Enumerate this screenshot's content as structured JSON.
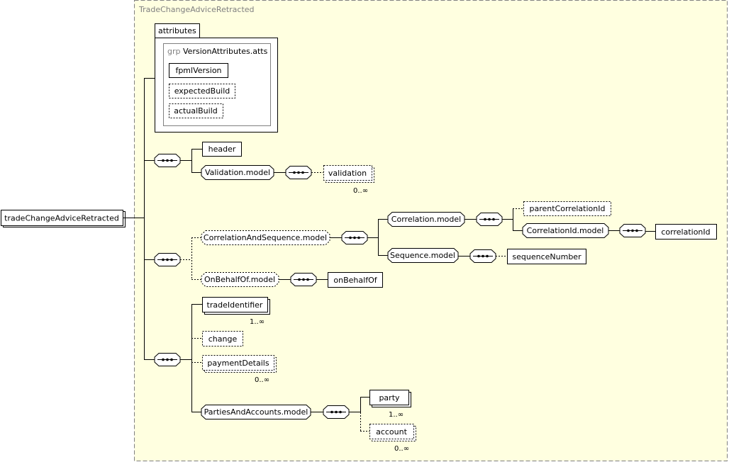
{
  "diagram": {
    "complex_type_title": "TradeChangeAdviceRetracted",
    "root_element": "tradeChangeAdviceRetracted",
    "attributes": {
      "label": "attributes",
      "group_prefix": "grp",
      "group_name": "VersionAttributes.atts",
      "items": [
        "fpmlVersion",
        "expectedBuild",
        "actualBuild"
      ]
    },
    "elements": {
      "header": "header",
      "validation_model": "Validation.model",
      "validation": "validation",
      "correlation_and_sequence_model": "CorrelationAndSequence.model",
      "correlation_model": "Correlation.model",
      "parent_correlation_id": "parentCorrelationId",
      "correlation_id_model": "CorrelationId.model",
      "correlation_id": "correlationId",
      "sequence_model": "Sequence.model",
      "sequence_number": "sequenceNumber",
      "on_behalf_of_model": "OnBehalfOf.model",
      "on_behalf_of": "onBehalfOf",
      "trade_identifier": "tradeIdentifier",
      "change": "change",
      "payment_details": "paymentDetails",
      "parties_and_accounts_model": "PartiesAndAccounts.model",
      "party": "party",
      "account": "account"
    },
    "cardinalities": {
      "validation": "0..∞",
      "trade_identifier": "1..∞",
      "payment_details": "0..∞",
      "party": "1..∞",
      "account": "0..∞"
    }
  }
}
